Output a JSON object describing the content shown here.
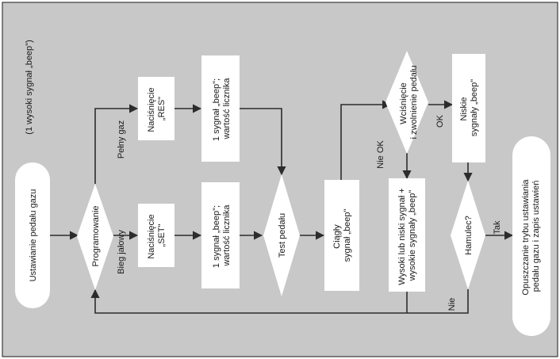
{
  "title_note": "(1 wysoki sygnał „beep\")",
  "nodes": {
    "start": "Ustawianie pedału gazu",
    "programowanie": "Programowanie",
    "res": [
      "Naciśnięcie",
      "„RES\""
    ],
    "set": [
      "Naciśnięcie",
      "„SET\""
    ],
    "beep_top": [
      "1 sygnał „beep\";",
      "wartość licznika"
    ],
    "beep_bottom": [
      "1 sygnał „beep\";",
      "wartość licznika"
    ],
    "test": "Test pedału",
    "ciagly": [
      "Ciągły",
      "sygnał „beep\""
    ],
    "wcisniecie": [
      "Wciśnięcie",
      "i zwolnienie pedału"
    ],
    "niskie": [
      "Niskie",
      "sygnały „beep\""
    ],
    "wysoki": [
      "Wysoki lub niski sygnał +",
      "wysokie sygnały „beep\""
    ],
    "hamulec": "Hamulec?",
    "end": [
      "Opuszczanie trybu ustawiania",
      "pedału gazu i zapis ustawień"
    ]
  },
  "edges": {
    "pelny_gaz": "Pełny gaz",
    "bieg_jalowy": "Bieg jałowy",
    "ok": "OK",
    "nie_ok": "Nie OK",
    "tak": "Tak",
    "nie": "Nie"
  }
}
